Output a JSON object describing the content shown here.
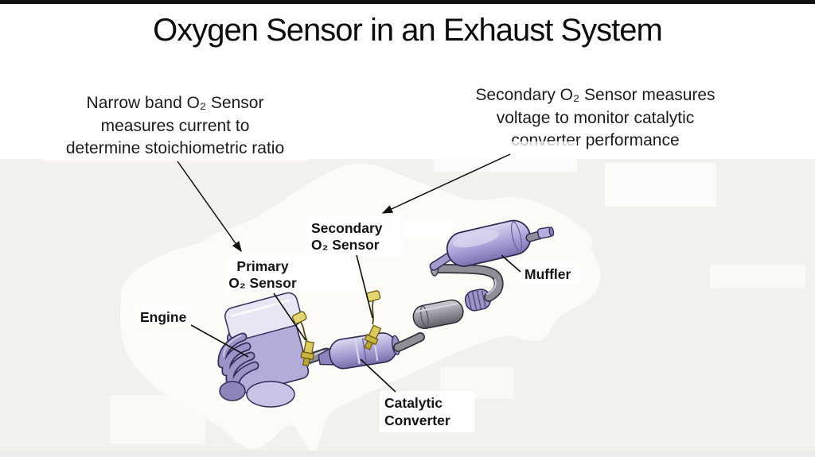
{
  "title": "Oxygen Sensor in an Exhaust System",
  "annotations": {
    "left": {
      "lines": [
        "Narrow band O₂ Sensor",
        "measures current to",
        "determine stoichiometric ratio"
      ]
    },
    "right": {
      "lines": [
        "Secondary O₂ Sensor measures",
        "voltage to monitor catalytic",
        "converter performance"
      ]
    }
  },
  "diagram": {
    "labels": {
      "engine": "Engine",
      "primary_line1": "Primary",
      "primary_line2": "O₂ Sensor",
      "secondary_line1": "Secondary",
      "secondary_line2": "O₂ Sensor",
      "muffler": "Muffler",
      "catalytic_line1": "Catalytic",
      "catalytic_line2": "Converter"
    },
    "colors": {
      "highlight_yellow": "#eee94e",
      "car_outline": "#1c1c1c",
      "component_purple": "#a79fd2",
      "pipe_gray": "#8f8f99",
      "sensor_gold": "#d9c95a"
    }
  }
}
